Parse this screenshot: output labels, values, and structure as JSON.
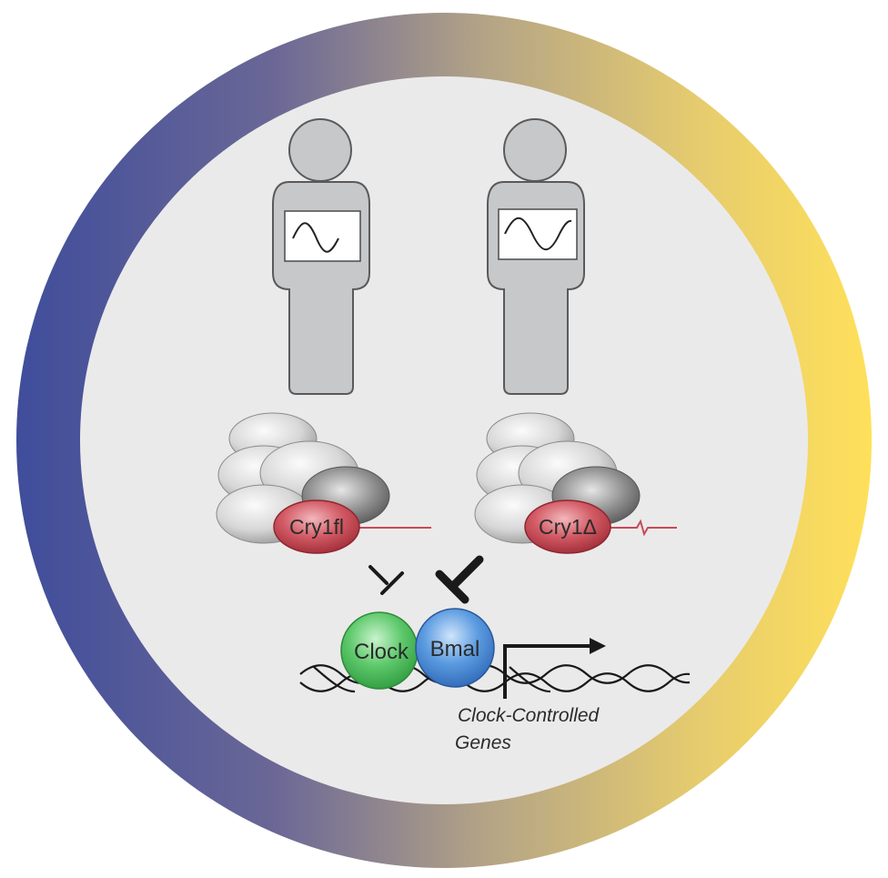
{
  "labels": {
    "cry1_full": "Cry1fl",
    "cry1_delta": "Cry1Δ",
    "clock": "Clock",
    "bmal": "Bmal",
    "genes_line1": "Clock-Controlled",
    "genes_line2": "Genes"
  },
  "colors": {
    "ring_left": "#3f4d9b",
    "ring_right": "#ffe05a",
    "background": "#ebeaea",
    "person_fill": "#c6c8ca",
    "cry_protein": "#c64a55",
    "clock_protein": "#5ec96b",
    "bmal_protein": "#5b9be0",
    "dna": "#1a1a1a"
  },
  "icons": {
    "left_person": "person-with-low-amplitude-wave-icon",
    "right_person": "person-with-high-amplitude-wave-icon",
    "weak_inhibition": "weak-inhibition-arrow-icon",
    "strong_inhibition": "strong-inhibition-arrow-icon",
    "transcription_start": "transcription-start-arrow-icon"
  }
}
